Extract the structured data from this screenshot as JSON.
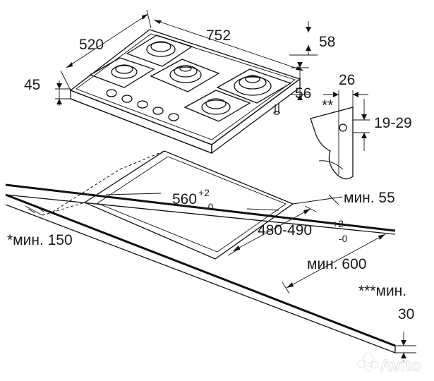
{
  "dimensions": {
    "depth": "520",
    "width": "752",
    "height_right": "58",
    "height_left": "45",
    "burner_height": "56",
    "bracket_width": "26",
    "bracket_note": "**",
    "bracket_range": "19-29",
    "cutout_width": "560",
    "cutout_width_tol_plus": "+2",
    "cutout_width_tol_minus": "-0",
    "cutout_depth": "480-490",
    "cutout_depth_tol_plus": "+2",
    "cutout_depth_tol_minus": "-0",
    "min_side": "мин. 55",
    "min_front": "*мин. 150",
    "min_depth": "мин. 600",
    "min_height_label": "***мин.",
    "min_height_value": "30"
  },
  "watermark": "Avito"
}
